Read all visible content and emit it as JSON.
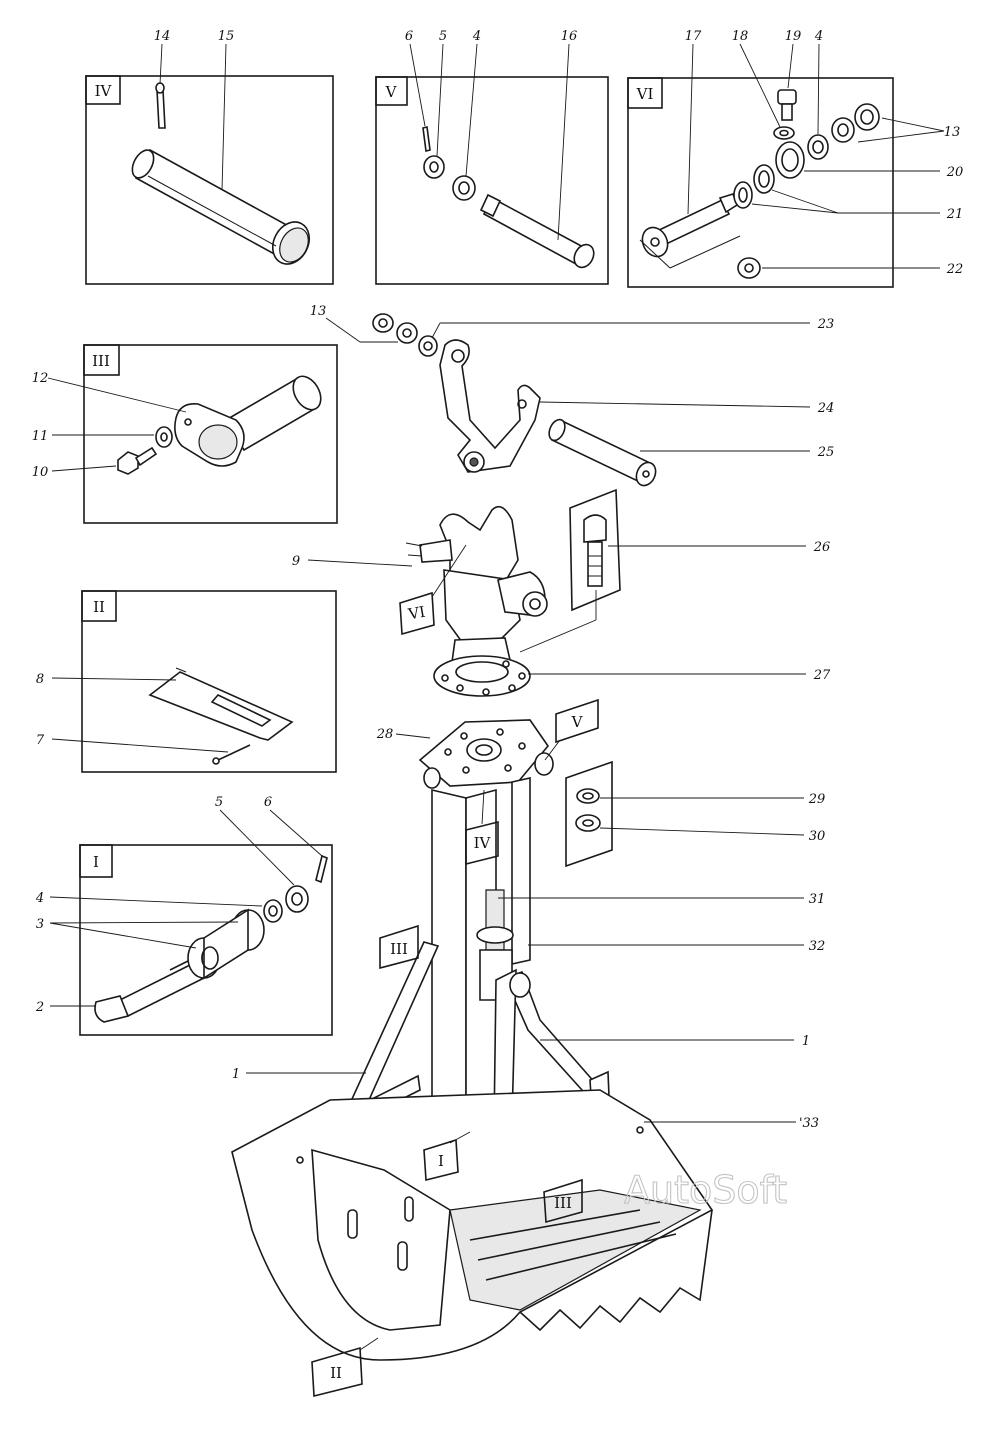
{
  "insets": [
    {
      "id": "IV",
      "label": "IV"
    },
    {
      "id": "V",
      "label": "V"
    },
    {
      "id": "VI",
      "label": "VI"
    },
    {
      "id": "III",
      "label": "III"
    },
    {
      "id": "II",
      "label": "II"
    },
    {
      "id": "I",
      "label": "I"
    }
  ],
  "callouts": {
    "c14": "14",
    "c15": "15",
    "c6a": "6",
    "c5a": "5",
    "c4a": "4",
    "c16": "16",
    "c17": "17",
    "c18": "18",
    "c19": "19",
    "c4b": "4",
    "c13a": "13",
    "c20": "20",
    "c21": "21",
    "c22": "22",
    "c13b": "13",
    "c23": "23",
    "c24": "24",
    "c25": "25",
    "c12": "12",
    "c11": "11",
    "c10": "10",
    "c9": "9",
    "c26": "26",
    "c27": "27",
    "c8": "8",
    "c7": "7",
    "c28": "28",
    "c5b": "5",
    "c6b": "6",
    "c4c": "4",
    "c3": "3",
    "c2": "2",
    "c29": "29",
    "c30": "30",
    "c31": "31",
    "c32": "32",
    "c1a": "1",
    "c1b": "1",
    "c33": "'33"
  },
  "tags": {
    "tVI": "VI",
    "tV": "V",
    "tIV": "IV",
    "tIII_a": "III",
    "tI": "I",
    "tIII_b": "III",
    "tII": "II"
  },
  "watermark": "AutoSoft"
}
